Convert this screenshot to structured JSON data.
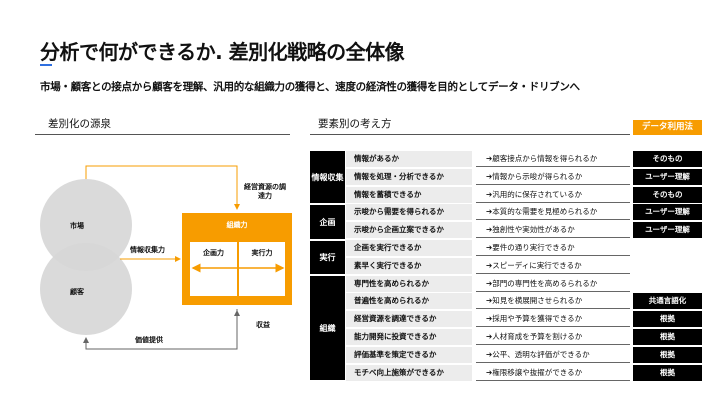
{
  "title": "分析で何ができるか. 差別化戦略の全体像",
  "subtitle": "市場・顧客との接点から顧客を理解、汎用的な組織力の獲得と、速度の経済性の獲得を目的としてデータ・ドリブンへ",
  "left_section": {
    "heading": "差別化の源泉",
    "diagram": {
      "market": "市場",
      "customer": "顧客",
      "org_power": "組織力",
      "planning": "企画力",
      "execution": "実行力",
      "info_collection": "情報収集力",
      "resource_procurement": "経営資源の調達力",
      "value_provision": "価値提供",
      "revenue": "収益"
    }
  },
  "right_section": {
    "heading": "要素別の考え方",
    "badge": "データ利用法",
    "categories": [
      "情報収集",
      "企画",
      "実行",
      "組織"
    ],
    "rows": [
      {
        "q": "情報があるか",
        "a": "➔顧客接点から情報を得られるか",
        "tag": "そのもの"
      },
      {
        "q": "情報を処理・分析できるか",
        "a": "➔情報から示唆が得られるか",
        "tag": "ユーザー理解"
      },
      {
        "q": "情報を蓄積できるか",
        "a": "➔汎用的に保存されているか",
        "tag": "そのもの"
      },
      {
        "q": "示唆から需要を得られるか",
        "a": "➔本質的な需要を見極められるか",
        "tag": "ユーザー理解"
      },
      {
        "q": "示唆から企画立案できるか",
        "a": "➔独創性や実効性があるか",
        "tag": "ユーザー理解"
      },
      {
        "q": "企画を実行できるか",
        "a": "➔要件の通り実行できるか",
        "tag": null
      },
      {
        "q": "素早く実行できるか",
        "a": "➔スピーディに実行できるか",
        "tag": null
      },
      {
        "q": "専門性を高められるか",
        "a": "➔部門の専門性を高めるられるか",
        "tag": null
      },
      {
        "q": "普遍性を高められるか",
        "a": "➔知見を横展開させられるか",
        "tag": "共通言語化"
      },
      {
        "q": "経営資源を調達できるか",
        "a": "➔採用や予算を獲得できるか",
        "tag": "根拠"
      },
      {
        "q": "能力開発に投資できるか",
        "a": "➔人材育成を予算を割けるか",
        "tag": "根拠"
      },
      {
        "q": "評価基準を策定できるか",
        "a": "➔公平、透明な評価ができるか",
        "tag": "根拠"
      },
      {
        "q": "モチベ向上施策ができるか",
        "a": "➔権限移譲や抜擢ができるか",
        "tag": "根拠"
      }
    ]
  },
  "colors": {
    "accent": "#f79c00",
    "blue": "#2f6fe0"
  }
}
